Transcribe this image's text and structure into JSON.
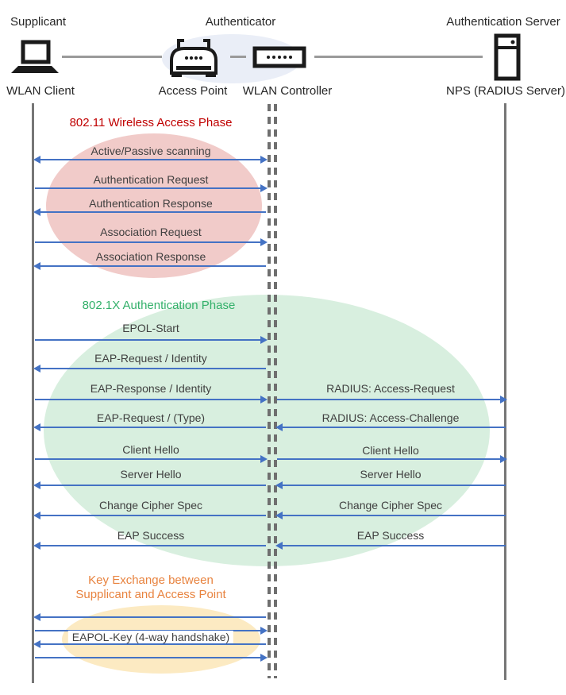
{
  "header": {
    "roles": [
      {
        "label": "Supplicant"
      },
      {
        "label": "Authenticator"
      },
      {
        "label": "Authentication Server"
      }
    ],
    "devices": [
      {
        "label": "WLAN Client",
        "icon": "laptop-icon"
      },
      {
        "label": "Access Point",
        "icon": "access-point-icon"
      },
      {
        "label": "WLAN Controller",
        "icon": "wlan-controller-icon"
      },
      {
        "label": "NPS (RADIUS Server)",
        "icon": "server-icon"
      }
    ]
  },
  "phases": {
    "phase1": {
      "title": "802.11 Wireless Access Phase",
      "title_color": "#c00000",
      "ellipse_color": "#f1cbc9",
      "messages": [
        {
          "label": "Active/Passive scanning",
          "direction": "both",
          "from": "WLAN Client",
          "to": "Authenticator"
        },
        {
          "label": "Authentication Request",
          "direction": "right",
          "from": "WLAN Client",
          "to": "Authenticator"
        },
        {
          "label": "Authentication Response",
          "direction": "left",
          "from": "Authenticator",
          "to": "WLAN Client"
        },
        {
          "label": "Association Request",
          "direction": "right",
          "from": "WLAN Client",
          "to": "Authenticator"
        },
        {
          "label": "Association Response",
          "direction": "left",
          "from": "Authenticator",
          "to": "WLAN Client"
        }
      ]
    },
    "phase2": {
      "title": "802.1X Authentication Phase",
      "title_color": "#33b06a",
      "ellipse_color": "#d8efdf",
      "left_messages": [
        {
          "label": "EPOL-Start",
          "direction": "right"
        },
        {
          "label": "EAP-Request / Identity",
          "direction": "left"
        },
        {
          "label": "EAP-Response / Identity",
          "direction": "right"
        },
        {
          "label": "EAP-Request / (Type)",
          "direction": "left"
        },
        {
          "label": "Client Hello",
          "direction": "right"
        },
        {
          "label": "Server Hello",
          "direction": "left"
        },
        {
          "label": "Change Cipher Spec",
          "direction": "left"
        },
        {
          "label": "EAP Success",
          "direction": "left"
        }
      ],
      "right_messages": [
        {
          "label": "RADIUS: Access-Request",
          "direction": "right"
        },
        {
          "label": "RADIUS: Access-Challenge",
          "direction": "left"
        },
        {
          "label": "Client Hello",
          "direction": "right"
        },
        {
          "label": "Server Hello",
          "direction": "left"
        },
        {
          "label": "Change Cipher Spec",
          "direction": "left"
        },
        {
          "label": "EAP Success",
          "direction": "left"
        }
      ]
    },
    "phase3": {
      "title_line1": "Key Exchange between",
      "title_line2": "Supplicant and Access Point",
      "title_color": "#e8833f",
      "ellipse_color": "#fceac2",
      "key_label": "EAPOL-Key (4-way handshake)",
      "arrow_directions": [
        "left",
        "right",
        "left",
        "right"
      ]
    }
  },
  "colors": {
    "arrow_blue": "#4472c4",
    "lifeline_gray": "#767676",
    "connector_gray": "#9a9a9a",
    "authenticator_ellipse": "#eaeef7",
    "message_text": "#3f3f3f"
  }
}
